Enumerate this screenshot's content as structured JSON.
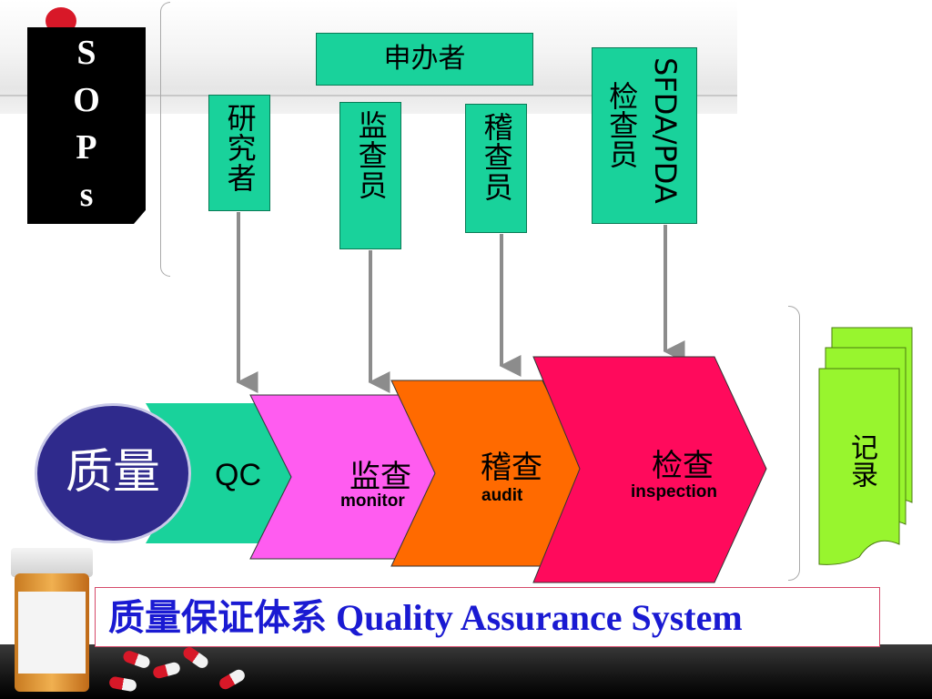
{
  "colors": {
    "role_green": "#19d29b",
    "qc_green": "#19d29b",
    "monitor_magenta": "#ff5cf0",
    "audit_orange": "#ff6a00",
    "inspection_pink": "#ff0a5c",
    "quality_navy": "#2f2a8c",
    "records_lime": "#98f52e",
    "arrow_gray": "#8c8c8c",
    "title_blue": "#1a1ad2"
  },
  "sops": {
    "letters": [
      "S",
      "O",
      "P",
      "s"
    ]
  },
  "roles": {
    "sponsor": "申办者",
    "researcher": "研究者",
    "monitor": "监查员",
    "auditor": "稽查员",
    "sfda_col_a": "SFDA/PDA",
    "sfda_col_b": "检查员"
  },
  "process": {
    "qc": "QC",
    "monitor_zh": "监查",
    "monitor_en": "monitor",
    "audit_zh": "稽查",
    "audit_en": "audit",
    "inspection_zh": "检查",
    "inspection_en": "inspection"
  },
  "quality": "质量",
  "records": "记录",
  "footer": {
    "zh": "质量保证体系",
    "en": "Quality Assurance  System"
  }
}
